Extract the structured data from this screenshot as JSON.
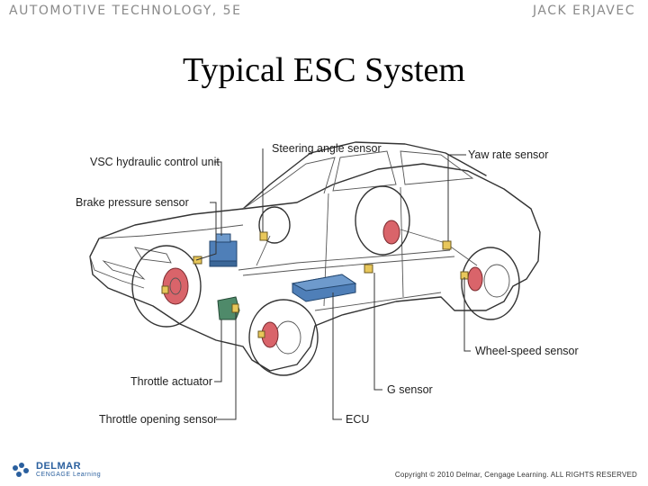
{
  "header": {
    "book_title": "AUTOMOTIVE TECHNOLOGY, 5E",
    "author": "JACK ERJAVEC"
  },
  "slide": {
    "title": "Typical ESC System"
  },
  "diagram": {
    "labels": {
      "vsc_unit": "VSC hydraulic control unit",
      "brake_pressure": "Brake pressure sensor",
      "steering_angle": "Steering angle sensor",
      "yaw_rate": "Yaw rate sensor",
      "wheel_speed": "Wheel-speed sensor",
      "throttle_actuator": "Throttle actuator",
      "g_sensor": "G sensor",
      "throttle_opening": "Throttle opening sensor",
      "ecu": "ECU"
    },
    "colors": {
      "ecu": "#4f7fb8",
      "hydraulic_unit": "#4f7fb8",
      "throttle_actuator": "#4f8a6a",
      "sensor": "#e8c75a",
      "brake_rotor": "#d9646a"
    }
  },
  "footer": {
    "brand": "DELMAR",
    "brand_sub": "CENGAGE Learning",
    "copyright": "Copyright © 2010 Delmar, Cengage Learning. ALL RIGHTS RESERVED"
  }
}
